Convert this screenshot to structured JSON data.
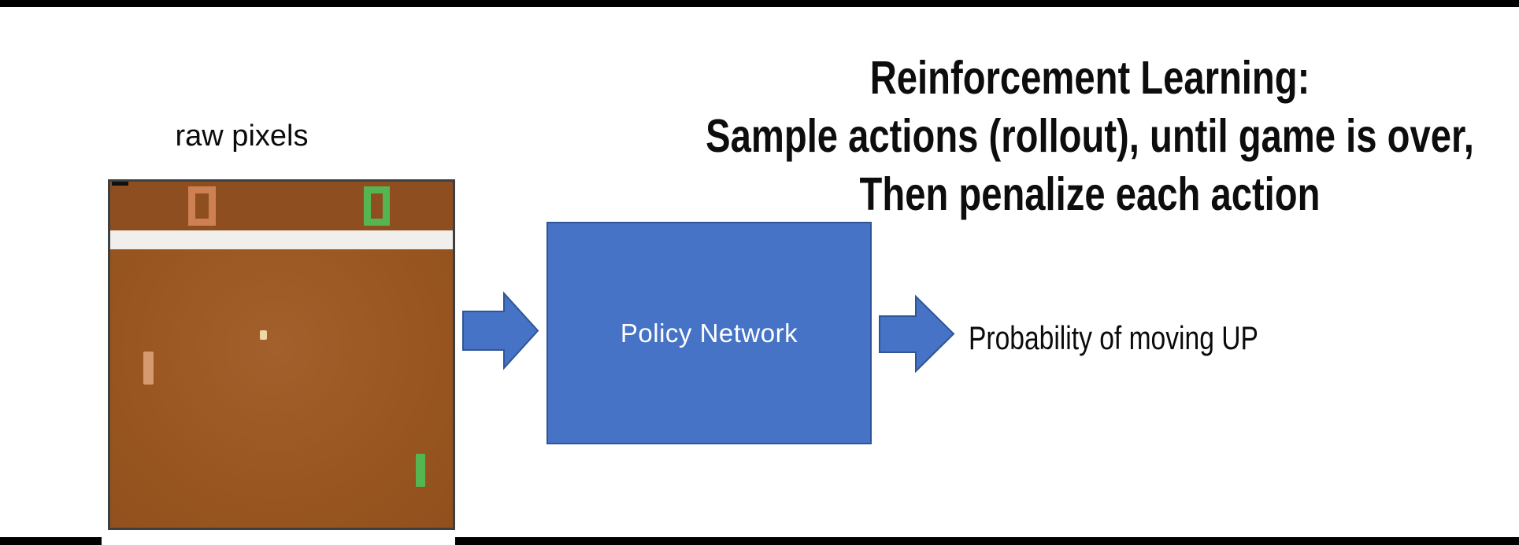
{
  "slide": {
    "title_lines": [
      "Reinforcement Learning:",
      "Sample actions (rollout), until game is over,",
      "Then penalize each action"
    ]
  },
  "figure": {
    "caption": "raw pixels",
    "game": {
      "description": "Atari Pong frame",
      "left_score": "0",
      "right_score": "0"
    }
  },
  "pipeline": {
    "box_label": "Policy Network",
    "output_label": "Probability of moving UP"
  },
  "colors": {
    "accent_blue": "#4673C5",
    "accent_blue_border": "#2E5596",
    "field_brown": "#98551F",
    "field_brown_dark": "#8E4E20",
    "score_orange": "#CD8153",
    "paddle_tan": "#D59A6E",
    "paddle_green": "#55B551",
    "ball_cream": "#EFD7A3",
    "stripe_white": "#F1EFEB",
    "frame_gray": "#3C4043",
    "bar_black": "#000000"
  }
}
